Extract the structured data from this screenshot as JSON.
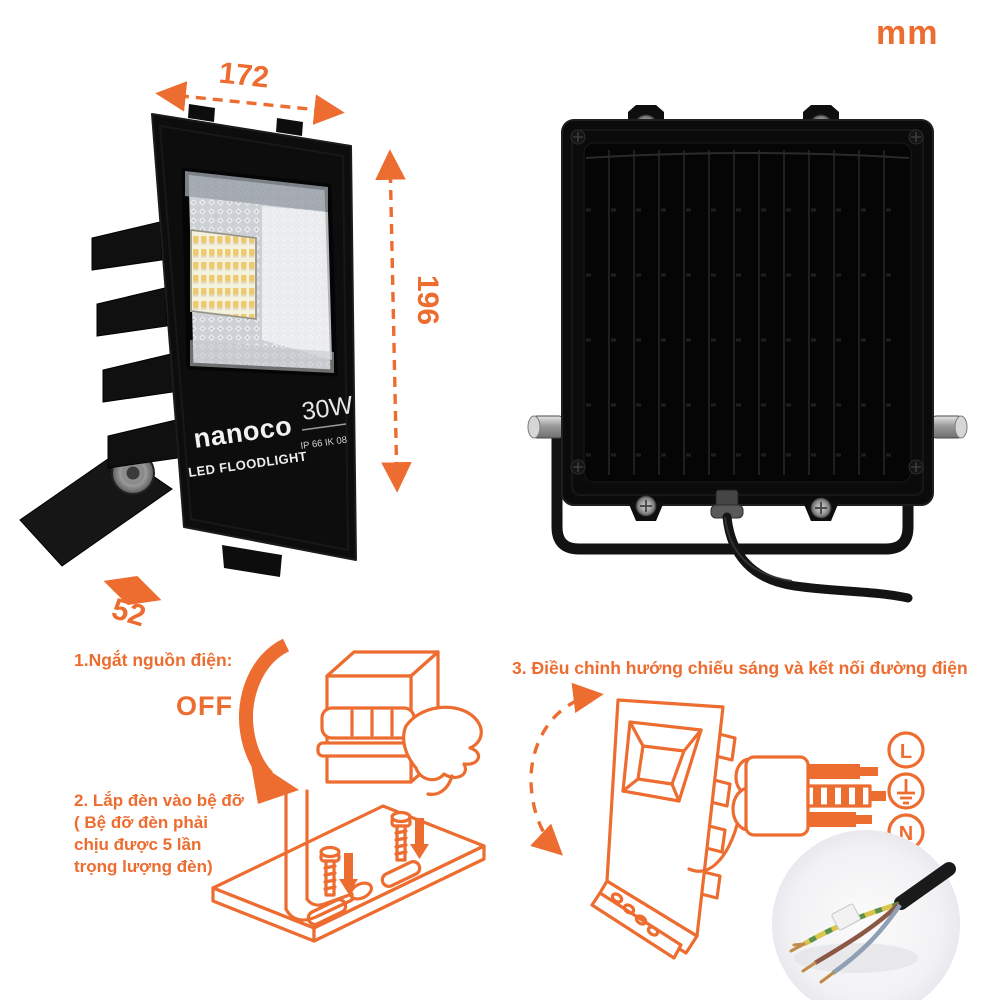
{
  "page": {
    "unit_label": "mm"
  },
  "colors": {
    "accent": "#ED6C2F",
    "lamp_black": "#0d0d0d",
    "led_yellow": "#f0cf7e"
  },
  "front_view": {
    "dim_width": "172",
    "dim_height": "196",
    "dim_depth": "52",
    "brand": "nanoco",
    "product_name": "LED FLOODLIGHT",
    "wattage": "30W",
    "ip_rating": "IP 66 IK 08"
  },
  "instructions": {
    "step1": {
      "title": "1.Ngắt nguồn điện:",
      "off_label": "OFF"
    },
    "step2": {
      "line1": "2. Lắp đèn vào bệ đỡ",
      "line2": "( Bệ đỡ đèn phải",
      "line3": "chịu được 5 lần",
      "line4": "trọng lượng đèn)"
    },
    "step3": {
      "title": "3. Điều chỉnh hướng chiếu sáng và kết nối đường điện",
      "terminal_live": "L",
      "terminal_neutral": "N"
    }
  }
}
